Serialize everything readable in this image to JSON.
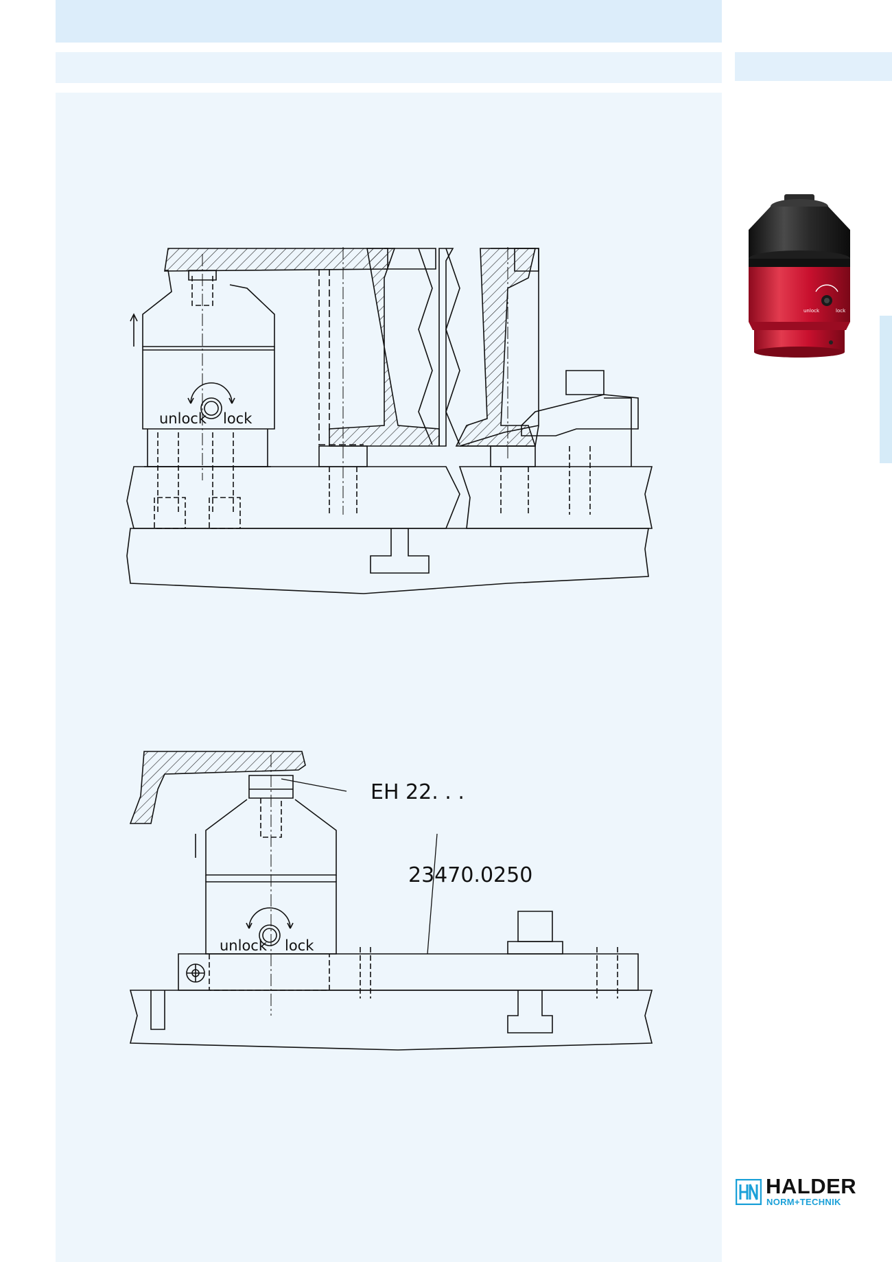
{
  "drawing_top": {
    "label_unlock": "unlock",
    "label_lock": "lock"
  },
  "drawing_bottom": {
    "label_unlock": "unlock",
    "label_lock": "lock",
    "callout_screw": "EH 22. . .",
    "callout_part": "23470.0250"
  },
  "product_photo": {
    "label_unlock": "unlock",
    "label_lock": "lock"
  },
  "brand": {
    "name": "HALDER",
    "tagline": "NORM+TECHNIK",
    "primary_color": "#1aa0d8"
  },
  "colors": {
    "top_band": "#dcedfa",
    "content_panel": "#eef6fc",
    "body_red": "#c8102e",
    "cap_black": "#1e1e1e"
  }
}
